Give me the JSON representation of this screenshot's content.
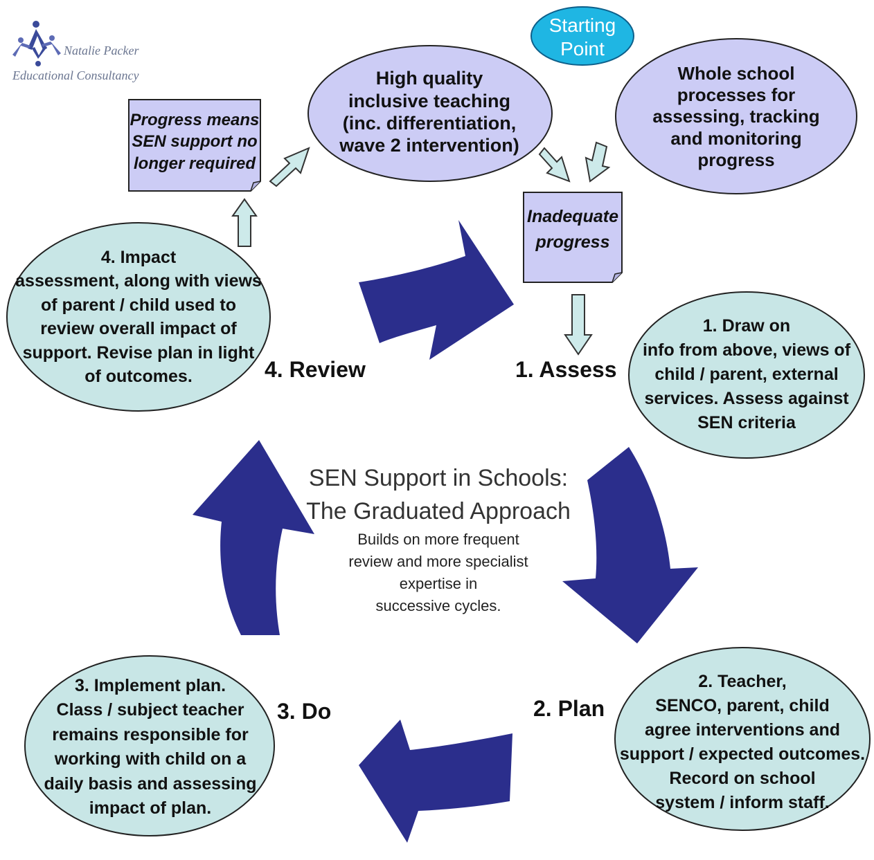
{
  "logo": {
    "name_line1": "Natalie Packer",
    "name_line2": "Educational Consultancy",
    "icon": "figures-logo-icon"
  },
  "colors": {
    "lavender": "#ccccf5",
    "teal": "#c8e6e6",
    "arrow_navy": "#2b2e8c",
    "starting_point": "#1fb6e3",
    "small_arrow": "#cdeaea"
  },
  "starting_point": {
    "line1": "Starting",
    "line2": "Point"
  },
  "high_quality": {
    "lines": [
      "High quality",
      "inclusive teaching",
      "(inc. differentiation,",
      "wave 2 intervention)"
    ]
  },
  "whole_school": {
    "lines": [
      "Whole school",
      "processes for",
      "assessing, tracking",
      "and monitoring",
      "progress"
    ]
  },
  "progress_note": {
    "lines": [
      "Progress means",
      "SEN support no",
      "longer required"
    ]
  },
  "inadequate_note": {
    "lines": [
      "Inadequate",
      "progress"
    ]
  },
  "impact_review": {
    "lines": [
      "4. Impact",
      "assessment, along with views",
      "of parent / child used to",
      "review overall impact of",
      "support. Revise plan in light",
      "of outcomes."
    ]
  },
  "draw_on": {
    "lines": [
      "1.  Draw on",
      "info from above, views of",
      "child / parent, external",
      "services. Assess against",
      "SEN criteria"
    ]
  },
  "teacher_senco": {
    "lines": [
      "2. Teacher,",
      "SENCO, parent, child",
      "agree interventions and",
      "support / expected outcomes.",
      "Record on school",
      "system / inform staff."
    ]
  },
  "implement_plan": {
    "lines": [
      "3.  Implement plan.",
      "Class / subject teacher",
      "remains responsible for",
      "working with child on a",
      "daily basis and assessing",
      "impact of plan."
    ]
  },
  "steps": {
    "review": "4. Review",
    "assess": "1. Assess",
    "plan": "2. Plan",
    "do": "3. Do"
  },
  "center": {
    "title_line1": "SEN Support in Schools:",
    "title_line2": "The Graduated Approach",
    "sub_lines": [
      "Builds on more frequent",
      "review  and  more specialist",
      "expertise   in",
      "successive  cycles."
    ]
  }
}
